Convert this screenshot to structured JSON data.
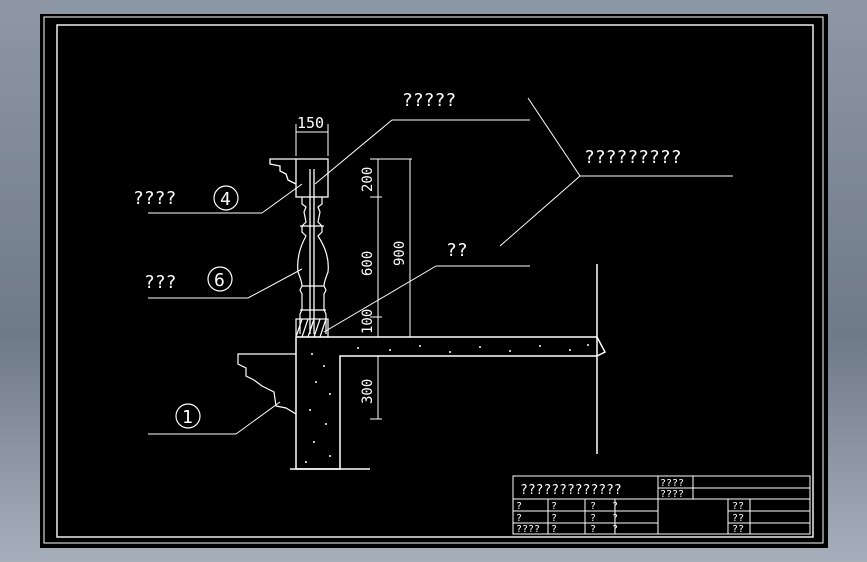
{
  "drawing": {
    "labels": {
      "top_label": "?????",
      "right_label": "?????????",
      "left_label_4": "????",
      "callout_4": "4",
      "left_label_6": "???",
      "callout_6": "6",
      "mid_label": "??",
      "callout_1": "1"
    },
    "dimensions": {
      "width_150": "150",
      "dim_200": "200",
      "dim_600": "600",
      "dim_900": "900",
      "dim_100": "100",
      "dim_300": "300"
    }
  },
  "title_block": {
    "title": "?????????????",
    "field_a": "????",
    "field_b": "????",
    "r1c1": "?",
    "r1c2": "?",
    "r1c3": "?",
    "r1c4": "?",
    "r1c5": "??",
    "r2c1": "?",
    "r2c2": "?",
    "r2c3": "?",
    "r2c4": "?",
    "r2c5": "??",
    "r3c1": "????",
    "r3c2": "?",
    "r3c3": "?",
    "r3c4": "?",
    "r3c5": "??"
  },
  "colors": {
    "background": "#000000",
    "lines": "#ffffff",
    "window_chrome": "#7f8998"
  }
}
